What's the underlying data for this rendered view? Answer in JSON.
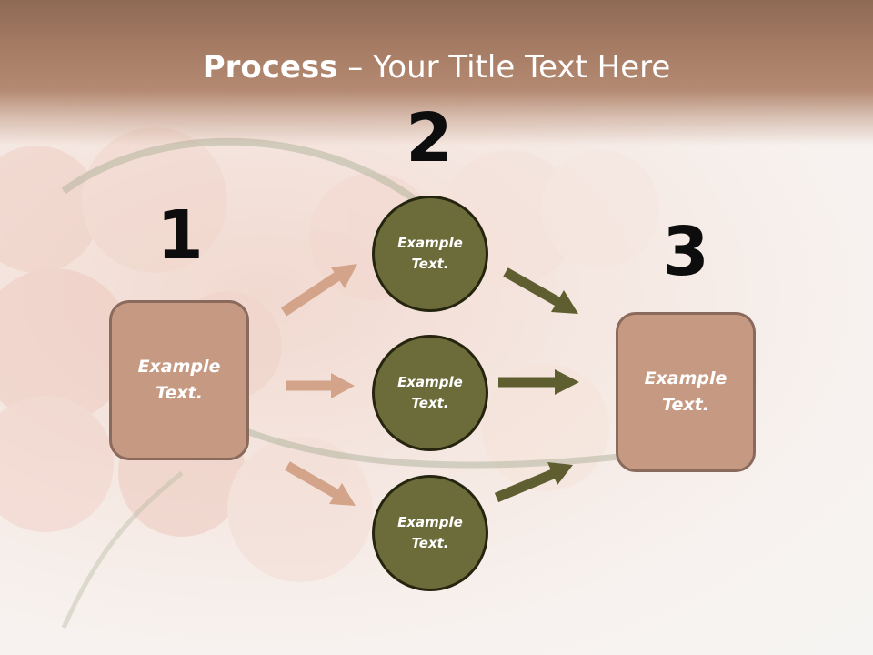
{
  "title": {
    "strong": "Process",
    "rest": " – Your Title Text Here"
  },
  "steps": [
    {
      "number": "1",
      "box_line1": "Example",
      "box_line2": "Text."
    },
    {
      "number": "2"
    },
    {
      "number": "3",
      "box_line1": "Example",
      "box_line2": "Text."
    }
  ],
  "circles": [
    {
      "line1": "Example",
      "line2": "Text."
    },
    {
      "line1": "Example",
      "line2": "Text."
    },
    {
      "line1": "Example",
      "line2": "Text."
    }
  ],
  "colors": {
    "box_fill": "#c69a82",
    "circle_fill": "#6c6b3a",
    "arrow_tan": "#d4a48a",
    "arrow_olive": "#5f5e30",
    "banner": "#a47a63"
  }
}
